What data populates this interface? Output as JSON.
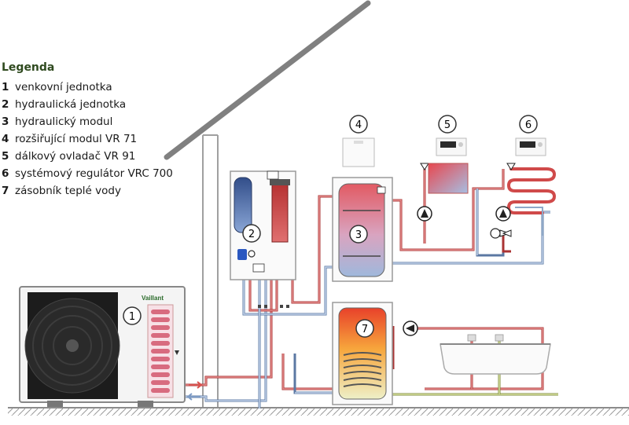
{
  "legend": {
    "title": "Legenda",
    "items": [
      {
        "num": "1",
        "label": "venkovní jednotka"
      },
      {
        "num": "2",
        "label": "hydraulická jednotka"
      },
      {
        "num": "3",
        "label": "hydraulický modul"
      },
      {
        "num": "4",
        "label": "rozšiřující modul VR 71"
      },
      {
        "num": "5",
        "label": "dálkový ovladač VR 91"
      },
      {
        "num": "6",
        "label": "systémový regulátor VRC 700"
      },
      {
        "num": "7",
        "label": "zásobník teplé vody"
      }
    ]
  },
  "units": {
    "n1": "1",
    "n2": "2",
    "n3": "3",
    "n4": "4",
    "n5": "5",
    "n6": "6",
    "n7": "7"
  },
  "brand": "Vaillant",
  "colors": {
    "hot_pipe": "#d9534f",
    "cold_pipe": "#8ea8c8",
    "dhw_cold": "#a7b36a",
    "wall": "#9a9a9a"
  }
}
